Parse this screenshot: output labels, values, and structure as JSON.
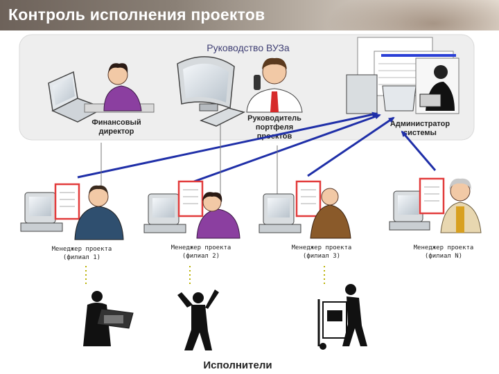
{
  "title": "Контроль исполнения проектов",
  "university_box": {
    "label": "Руководство ВУЗа",
    "roles": [
      {
        "line1": "Финансовый",
        "line2": "директор",
        "line3": ""
      },
      {
        "line1": "Руководитель",
        "line2": "портфеля",
        "line3": "проектов"
      },
      {
        "line1": "Администратор",
        "line2": "системы",
        "line3": ""
      }
    ]
  },
  "managers": [
    {
      "line1": "Менеджер проекта",
      "line2": "(филиал 1)"
    },
    {
      "line1": "Менеджер проекта",
      "line2": "(филиал 2)"
    },
    {
      "line1": "Менеджер проекта",
      "line2": "(филиал 3)"
    },
    {
      "line1": "Менеджер проекта",
      "line2": "(филиал N)"
    }
  ],
  "executors_label": "Исполнители",
  "colors": {
    "arrow": "#1f2fa8",
    "highlight": "#e23b3b",
    "panel": "#eeeeee",
    "dotted": "#b9b000"
  }
}
